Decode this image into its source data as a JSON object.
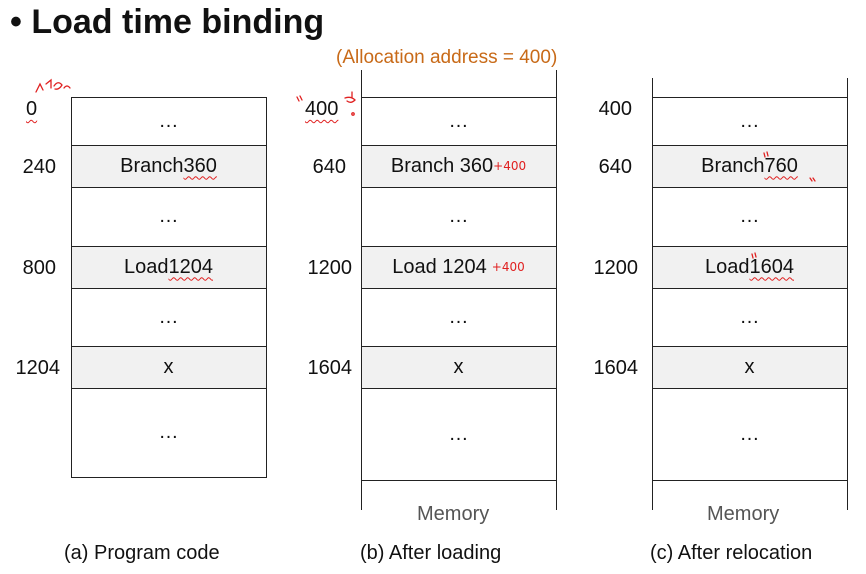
{
  "title": "• Load time binding",
  "allocation_note": "(Allocation address = 400)",
  "memory_label": "Memory",
  "columns": [
    {
      "caption": "(a) Program code",
      "addresses": [
        "0",
        "240",
        "800",
        "1204"
      ],
      "cells": [
        {
          "parts": [
            "…"
          ]
        },
        {
          "parts": [
            "Branch ",
            "360"
          ]
        },
        {
          "parts": [
            "…"
          ]
        },
        {
          "parts": [
            "Load ",
            "1204"
          ]
        },
        {
          "parts": [
            "…"
          ]
        },
        {
          "parts": [
            "x"
          ]
        },
        {
          "parts": [
            "…"
          ]
        }
      ]
    },
    {
      "caption": "(b) After loading",
      "addresses": [
        "400",
        "640",
        "1200",
        "1604"
      ],
      "cells": [
        {
          "parts": [
            "…"
          ]
        },
        {
          "parts": [
            "Branch 360"
          ],
          "note": "+400"
        },
        {
          "parts": [
            "…"
          ]
        },
        {
          "parts": [
            "Load 1204"
          ],
          "note": "+400"
        },
        {
          "parts": [
            "…"
          ]
        },
        {
          "parts": [
            "x"
          ]
        },
        {
          "parts": [
            "…"
          ]
        }
      ]
    },
    {
      "caption": "(c) After relocation",
      "addresses": [
        "400",
        "640",
        "1200",
        "1604"
      ],
      "cells": [
        {
          "parts": [
            "…"
          ]
        },
        {
          "parts": [
            "Branch ",
            "760"
          ]
        },
        {
          "parts": [
            "…"
          ]
        },
        {
          "parts": [
            "Load ",
            "1604"
          ]
        },
        {
          "parts": [
            "…"
          ]
        },
        {
          "parts": [
            "x"
          ]
        },
        {
          "parts": [
            "…"
          ]
        }
      ]
    }
  ]
}
